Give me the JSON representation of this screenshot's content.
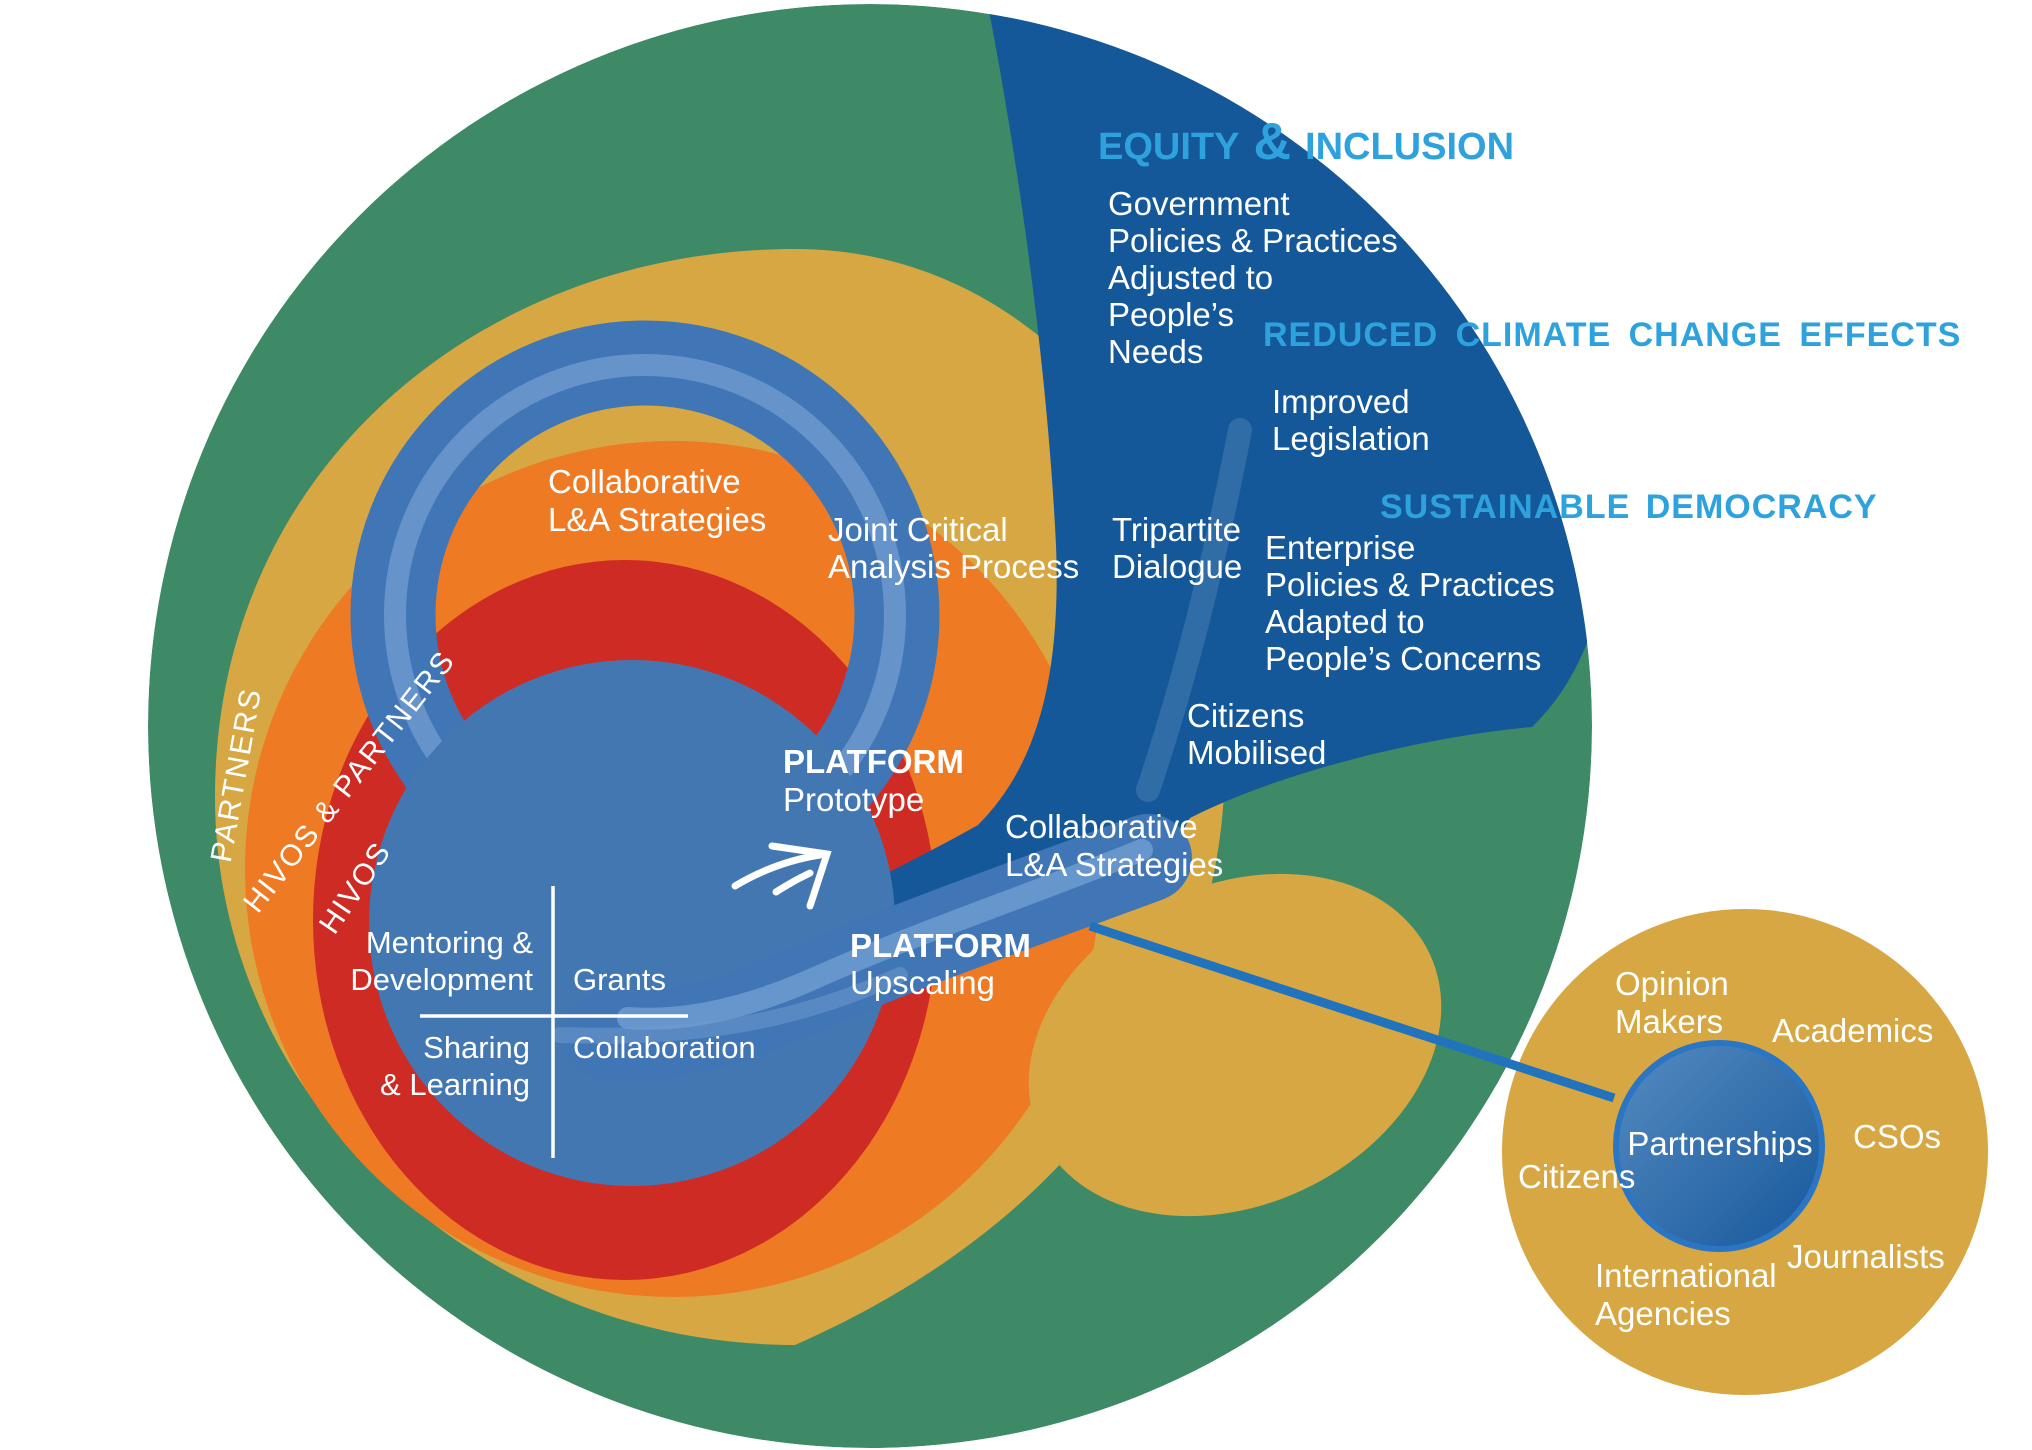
{
  "colors": {
    "green": "#3e8a66",
    "gold": "#d7a743",
    "orange": "#ee7a24",
    "red": "#ce2b25",
    "wedge_blue": "#14589a",
    "band_blue": "#4076b5",
    "band_light": "#6f9cd0",
    "core_blue": "#4377b1",
    "heading_blue": "#2ea2dd",
    "connector_blue": "#2173bd",
    "small_circle_gold": "#d7a743",
    "partnerships_dark": "#1b5c9e",
    "partnerships_light": "#558ac0",
    "text_white": "#ffffff"
  },
  "headings": {
    "equity_word": "EQUITY",
    "ampersand": "&",
    "inclusion_word": "INCLUSION",
    "reduced": "REDUCED CLIMATE  CHANGE EFFECTS",
    "sustainable": "SUSTAINABLE DEMOCRACY"
  },
  "rings": {
    "outer_label": "PARTNERS",
    "middle_label": "HIVOS & PARTNERS",
    "inner_label": "HIVOS"
  },
  "outcomes": {
    "government": {
      "lines": [
        "Government",
        "Policies & Practices",
        "Adjusted to",
        "People’s",
        "Needs"
      ]
    },
    "improved": {
      "lines": [
        "Improved",
        "Legislation"
      ]
    },
    "tripartite": {
      "lines": [
        "Tripartite",
        "Dialogue"
      ]
    },
    "enterprise": {
      "lines": [
        "Enterprise",
        "Policies & Practices",
        "Adapted to",
        "People’s Concerns"
      ]
    },
    "citizens_mobilised": {
      "lines": [
        "Citizens",
        "Mobilised"
      ]
    }
  },
  "process": {
    "collab_upper": {
      "lines": [
        "Collaborative",
        "L&A Strategies"
      ]
    },
    "joint_critical": {
      "lines": [
        "Joint Critical",
        "Analysis Process"
      ]
    },
    "platform_prototype": {
      "title": "PLATFORM",
      "subtitle": "Prototype"
    },
    "collab_lower": {
      "lines": [
        "Collaborative",
        "L&A Strategies"
      ]
    },
    "platform_upscaling": {
      "title": "PLATFORM",
      "subtitle": "Upscaling"
    }
  },
  "quadrants": {
    "top_left": {
      "lines": [
        "Mentoring &",
        "Development"
      ]
    },
    "top_right": "Grants",
    "bottom_left": {
      "lines": [
        "Sharing",
        "& Learning"
      ]
    },
    "bottom_right": "Collaboration"
  },
  "stakeholders": {
    "center": "Partnerships",
    "opinion": {
      "lines": [
        "Opinion",
        "Makers"
      ]
    },
    "academics": "Academics",
    "csos": "CSOs",
    "citizens": "Citizens",
    "journalists": "Journalists",
    "international": {
      "lines": [
        "International",
        "Agencies"
      ]
    }
  }
}
